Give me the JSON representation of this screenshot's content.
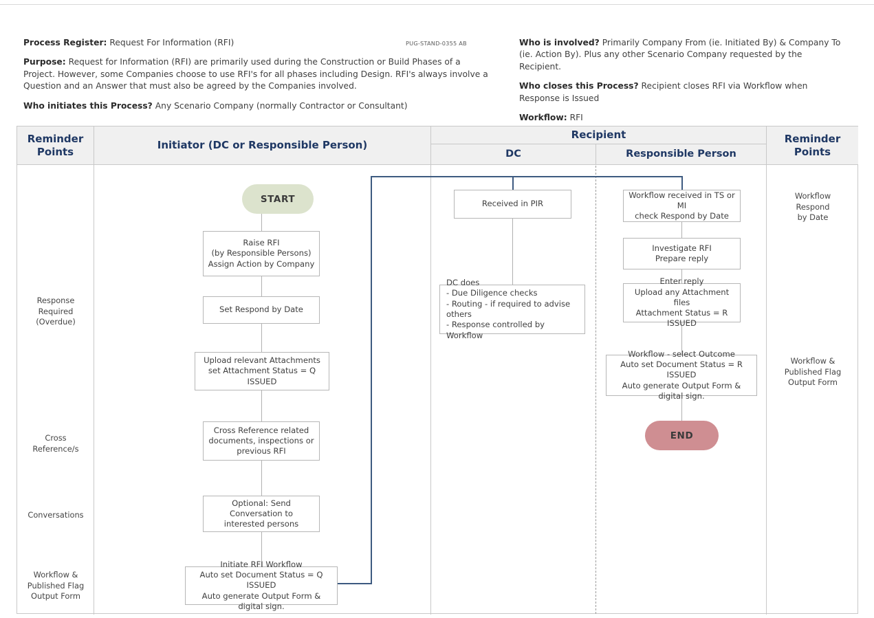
{
  "document": {
    "code": "PUG-STAND-0355 AB"
  },
  "header": {
    "left": [
      {
        "label": "Process Register:",
        "text": " Request For Information (RFI)"
      },
      {
        "label": "Purpose:",
        "text": "\nRequest for Information (RFI) are primarily used during the Construction or Build Phases of a Project.  However, some Companies choose to use RFI's for all phases including Design.  RFI's always involve a Question and an Answer that must also be agreed by the Companies involved."
      },
      {
        "label": "Who initiates this Process?",
        "text": " Any Scenario Company (normally Contractor or Consultant)"
      }
    ],
    "right": [
      {
        "label": "Who is involved?",
        "text": " Primarily Company From (ie. Initiated By) & Company To (ie. Action By).  Plus any other Scenario Company requested by the Recipient."
      },
      {
        "label": "Who closes this Process?",
        "text": " Recipient closes RFI via Workflow when Response is Issued"
      },
      {
        "label": "Workflow:",
        "text": " RFI"
      }
    ]
  },
  "columns": {
    "reminder_left": "Reminder\nPoints",
    "initiator": "Initiator\n(DC or Responsible Person)",
    "recipient": "Recipient",
    "recipient_dc": "DC",
    "recipient_rp": "Responsible Person",
    "reminder_right": "Reminder\nPoints"
  },
  "nodes": {
    "start": "START",
    "end": "END",
    "initiator": [
      "Raise RFI\n(by Responsible Persons)\nAssign Action by Company",
      "Set Respond by Date",
      "Upload relevant Attachments\nset Attachment Status = Q ISSUED",
      "Cross Reference related\ndocuments, inspections or\nprevious RFI",
      "Optional: Send Conversation to\ninterested persons",
      "Initiate RFI Workflow\nAuto set Document Status = Q ISSUED\nAuto generate Output Form & digital sign."
    ],
    "dc": [
      "Received in PIR",
      "DC does\n- Due Diligence checks\n- Routing  - if required to advise others\n- Response controlled by Workflow"
    ],
    "responsible_person": [
      "Workflow received in TS or MI\ncheck Respond by Date",
      "Investigate RFI\nPrepare reply",
      "Enter reply\nUpload any Attachment files\nAttachment Status = R ISSUED",
      "Workflow - select Outcome\nAuto set Document Status = R ISSUED\nAuto generate Output Form & digital sign."
    ]
  },
  "reminder_points": {
    "left": [
      "Response\nRequired\n(Overdue)",
      "Cross\nReference/s",
      "Conversations",
      "Workflow &\nPublished Flag\nOutput Form"
    ],
    "right": [
      "Workflow\nRespond\nby Date",
      "Workflow &\nPublished Flag\nOutput Form"
    ]
  },
  "colors": {
    "header_text": "#1f3864",
    "header_bg": "#f0f0f0",
    "start_fill": "#dce3cd",
    "end_fill": "#cf8e92",
    "connector": "#b0b0b0",
    "blue_connector": "#3d5a80",
    "node_border": "#b6b6b6"
  }
}
